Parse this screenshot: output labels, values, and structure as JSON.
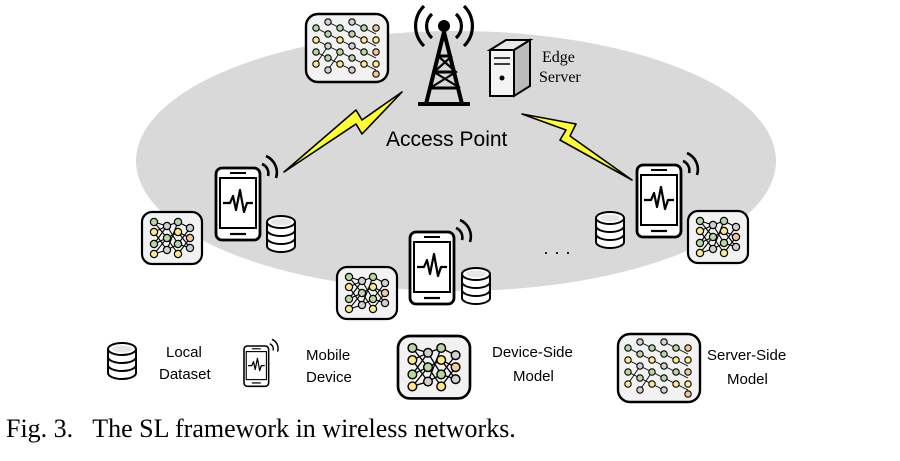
{
  "diagram": {
    "access_point_label": "Access Point",
    "edge_server_label_line1": "Edge",
    "edge_server_label_line2": "Server",
    "ellipsis": "· · ·"
  },
  "legend": {
    "local_dataset_line1": "Local",
    "local_dataset_line2": "Dataset",
    "mobile_device_line1": "Mobile",
    "mobile_device_line2": "Device",
    "device_model_line1": "Device-Side",
    "device_model_line2": "Model",
    "server_model_line1": "Server-Side",
    "server_model_line2": "Model"
  },
  "caption": {
    "label": "Fig. 3.",
    "text": "The SL framework in wireless networks."
  },
  "colors": {
    "ellipse_fill": "#d9d9d9",
    "lightning": "#ffff33",
    "node_green": "#b7d7a0",
    "node_yellow": "#ffe88a",
    "node_tan": "#f3c79b",
    "node_gray": "#d0d0d0"
  }
}
